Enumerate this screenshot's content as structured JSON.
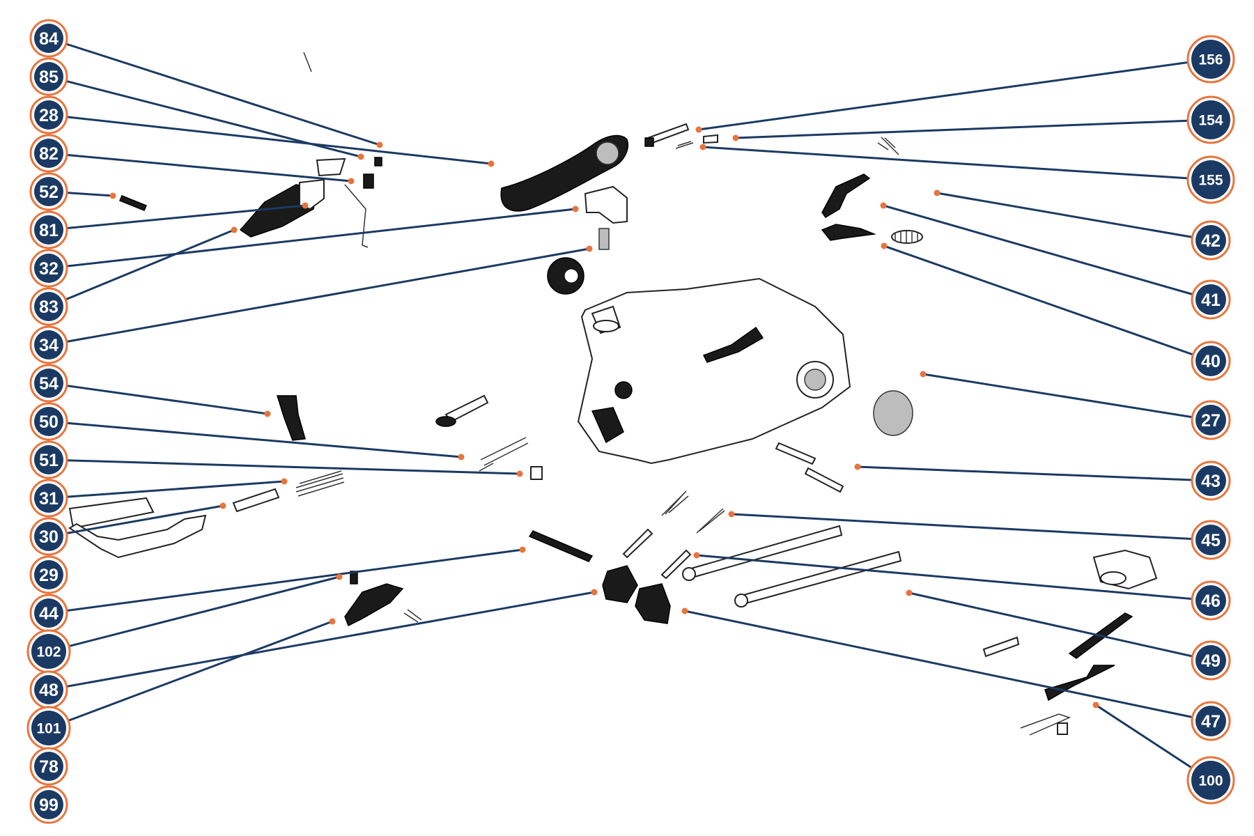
{
  "colors": {
    "badge_fill": "#1b3a63",
    "badge_ring": "#e8743b",
    "leader": "#1b3a63",
    "dot": "#e8743b",
    "badge_text": "#ffffff"
  },
  "left_labels": [
    "84",
    "85",
    "28",
    "82",
    "52",
    "81",
    "32",
    "83",
    "34",
    "54",
    "50",
    "51",
    "31",
    "30",
    "29",
    "44",
    "102",
    "48",
    "101",
    "78",
    "99"
  ],
  "right_labels": [
    "156",
    "154",
    "155",
    "42",
    "41",
    "40",
    "27",
    "43",
    "45",
    "46",
    "49",
    "47",
    "100"
  ]
}
